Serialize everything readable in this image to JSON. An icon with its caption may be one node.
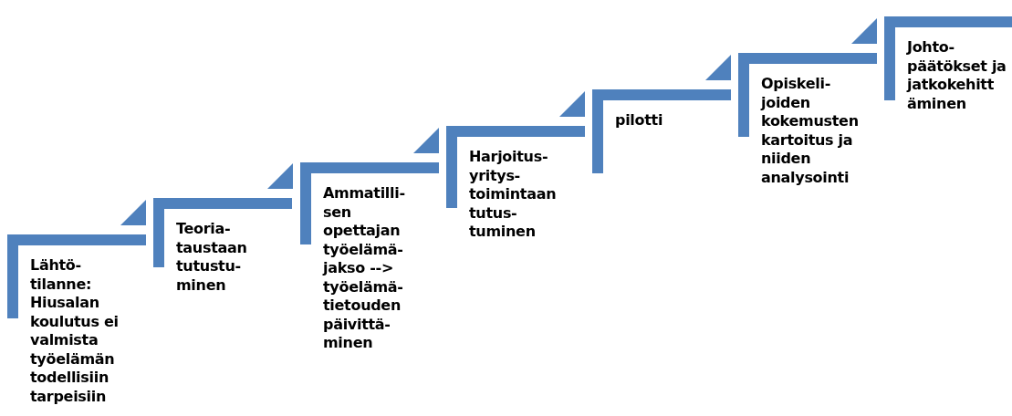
{
  "diagram": {
    "nodes": [
      {
        "text": [
          "Lähtö- tilanne: Hiusalan koulutus ei valmista työelämän todellisiin tarpeisiin"
        ]
      },
      {
        "text": [
          "Teoria- taustaan tutustu- minen"
        ]
      },
      {
        "text": [
          "Ammatilli- sen opettajan työelämä- jakso --> työelämä- tietouden päivittä- minen"
        ]
      },
      {
        "text": [
          "Harjoitus- yritys- toimintaan tutus- tuminen"
        ]
      },
      {
        "text": [
          "pilotti"
        ]
      },
      {
        "text": [
          "Opiskeli- joiden kokemusten kartoitus ja niiden analysointi"
        ]
      },
      {
        "text": [
          "Johto- päätökset ja jatkokehitt äminen"
        ]
      }
    ],
    "edges": [
      {
        "from": 1,
        "to": 0,
        "arrow": "to"
      },
      {
        "from": 2,
        "to": 1,
        "arrow": "to"
      },
      {
        "from": 3,
        "to": 2,
        "arrow": "to"
      },
      {
        "from": 4,
        "to": 3,
        "arrow": "to"
      },
      {
        "from": 5,
        "to": 4,
        "arrow": "to"
      },
      {
        "from": 6,
        "to": 5,
        "arrow": "to"
      }
    ]
  }
}
